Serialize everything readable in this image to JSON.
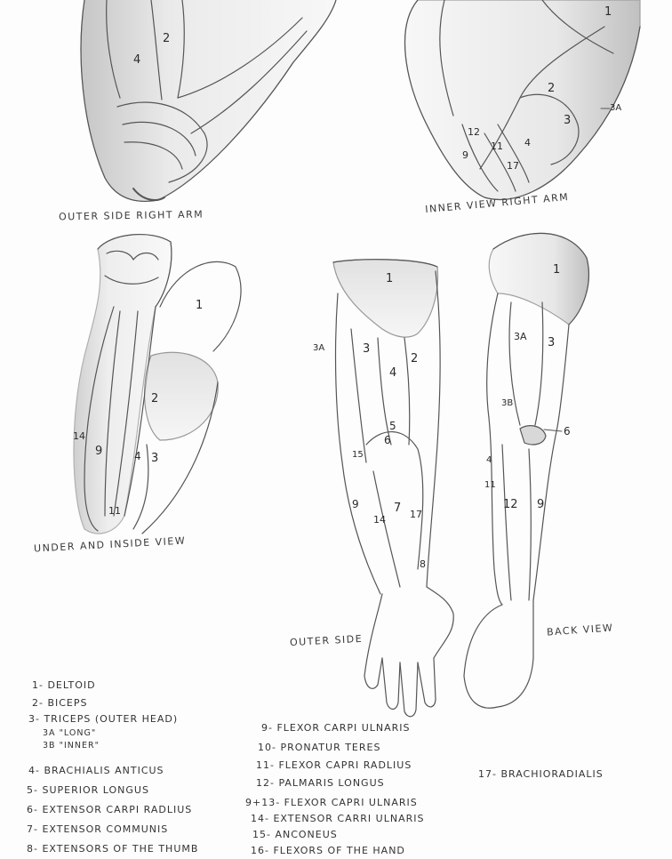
{
  "captions": {
    "outer_side_right_arm": "OUTER SIDE RIGHT ARM",
    "inner_view_right_arm": "INNER VIEW RIGHT ARM",
    "under_and_inside_view": "UNDER AND INSIDE VIEW",
    "outer_side": "OUTER SIDE",
    "back_view": "BACK VIEW"
  },
  "labels": {
    "n1": "1",
    "n2": "2",
    "n3": "3",
    "n3a": "3A",
    "n3b": "3B",
    "n4": "4",
    "n5": "5",
    "n6": "6",
    "n7": "7",
    "n8": "8",
    "n9": "9",
    "n11": "11",
    "n12": "12",
    "n14": "14",
    "n15": "15",
    "n17": "17"
  },
  "legend": {
    "col1": [
      "1- DELTOID",
      "2- BICEPS",
      "3- TRICEPS (OUTER HEAD)",
      "3A \"LONG\"",
      "3B \"INNER\"",
      "4- BRACHIALIS ANTICUS",
      "5- SUPERIOR LONGUS",
      "6- EXTENSOR CARPI RADLIUS",
      "7- EXTENSOR COMMUNIS",
      "8- EXTENSORS OF THE THUMB"
    ],
    "col2": [
      "9- FLEXOR CARPI ULNARIS",
      "10- PRONATUR TERES",
      "11- FLEXOR CAPRI RADLIUS",
      "12- PALMARIS LONGUS",
      "9+13- FLEXOR CAPRI ULNARIS",
      "14- EXTENSOR CARRI ULNARIS",
      "15- ANCONEUS",
      "16- FLEXORS OF THE HAND"
    ],
    "col3": [
      "17- BRACHIORADIALIS"
    ]
  }
}
